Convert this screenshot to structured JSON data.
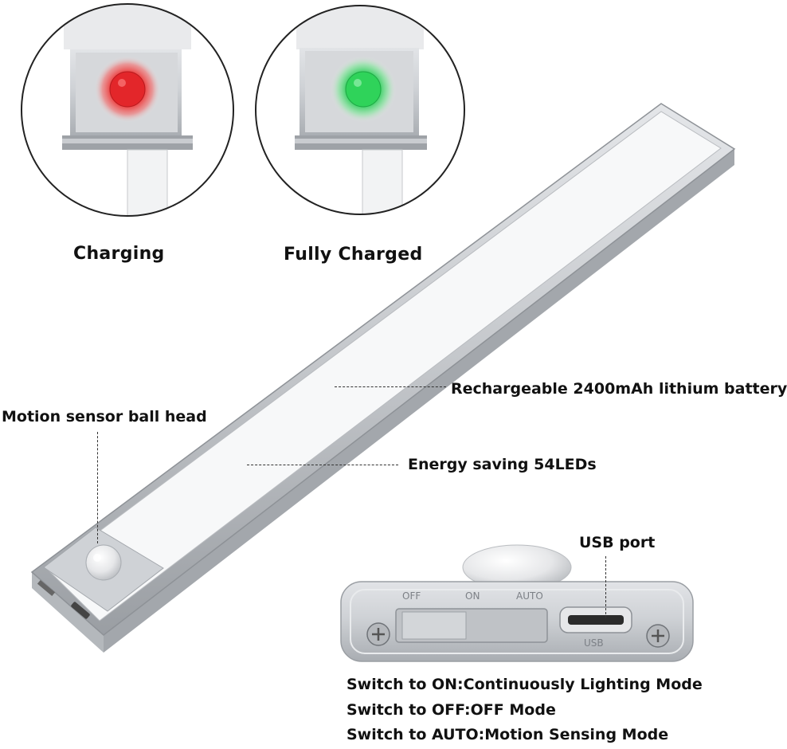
{
  "indicators": {
    "charging": {
      "label": "Charging",
      "led_color": "#e8262b"
    },
    "full": {
      "label": "Fully Charged",
      "led_color": "#2fd35a"
    }
  },
  "callouts": {
    "battery": "Rechargeable 2400mAh lithium battery",
    "leds": "Energy saving 54LEDs",
    "sensor": "Motion sensor ball head",
    "usb": "USB port"
  },
  "switch_panel": {
    "positions": [
      "OFF",
      "ON",
      "AUTO"
    ],
    "port_label": "USB"
  },
  "modes": [
    "Switch to ON:Continuously Lighting Mode",
    "Switch to OFF:OFF Mode",
    "Switch to AUTO:Motion Sensing Mode"
  ],
  "colors": {
    "aluminum": "#c9ccd0",
    "aluminum_dark": "#8e9297",
    "diffuser": "#f7f8f9"
  }
}
